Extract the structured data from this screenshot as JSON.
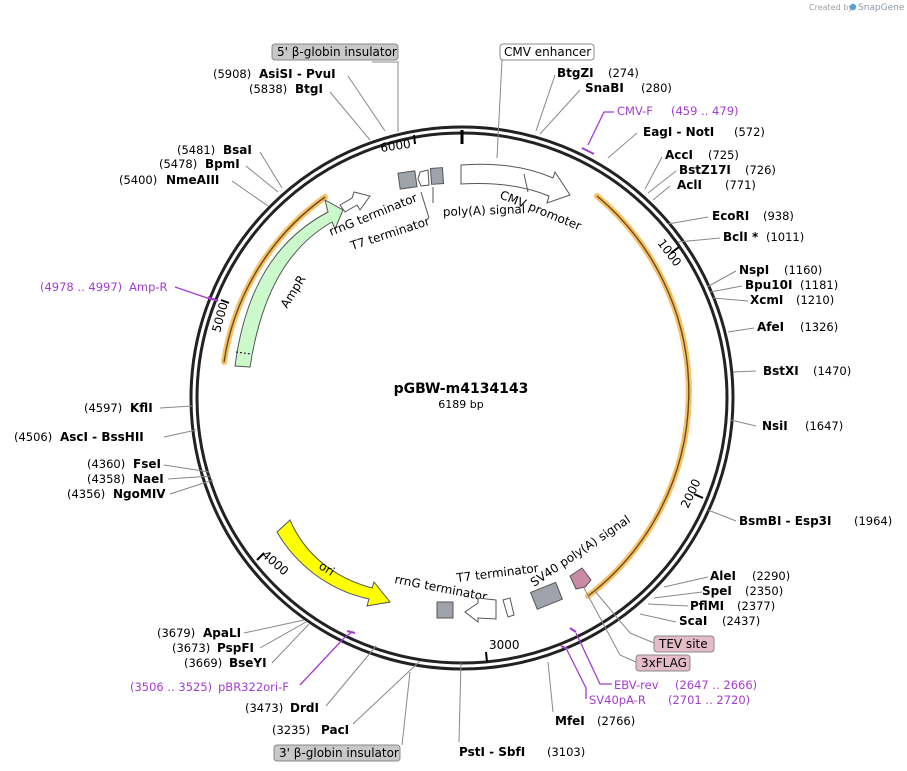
{
  "credit": {
    "prefix": "Created by",
    "brand": "SnapGene"
  },
  "plasmid": {
    "name": "pGBW-m4134143",
    "size_label": "6189 bp"
  },
  "ticks": [
    "1000",
    "2000",
    "3000",
    "4000",
    "5000",
    "6000"
  ],
  "features": {
    "cmv_promoter": "CMV promoter",
    "polyA_signal": "poly(A) signal",
    "t7_term_top": "T7 terminator",
    "rrng_term_top": "rrnG terminator",
    "ampr": "AmpR",
    "ori": "ori",
    "rrng_term_bottom": "rrnG terminator",
    "t7_term_bottom": "T7 terminator",
    "sv40_polyA": "SV40 poly(A) signal"
  },
  "boxed": {
    "globin5": "5' β-globin insulator",
    "cmv_enhancer": "CMV enhancer",
    "tev": "TEV site",
    "flag": "3xFLAG",
    "globin3": "3' β-globin insulator"
  },
  "sites": {
    "btgzi": {
      "name": "BtgZI",
      "pos": "(274)"
    },
    "snabi": {
      "name": "SnaBI",
      "pos": "(280)"
    },
    "eagi": {
      "name": "EagI  -  NotI",
      "pos": "(572)"
    },
    "acci": {
      "name": "AccI",
      "pos": "(725)"
    },
    "bstz17i": {
      "name": "BstZ17I",
      "pos": "(726)"
    },
    "acli": {
      "name": "AclI",
      "pos": "(771)"
    },
    "ecori": {
      "name": "EcoRI",
      "pos": "(938)"
    },
    "bcli": {
      "name": "BclI *",
      "pos": "(1011)"
    },
    "nspi": {
      "name": "NspI",
      "pos": "(1160)"
    },
    "bpu10i": {
      "name": "Bpu10I",
      "pos": "(1181)"
    },
    "xcmi": {
      "name": "XcmI",
      "pos": "(1210)"
    },
    "afei": {
      "name": "AfeI",
      "pos": "(1326)"
    },
    "bstxi": {
      "name": "BstXI",
      "pos": "(1470)"
    },
    "nsii": {
      "name": "NsiI",
      "pos": "(1647)"
    },
    "bsmbi": {
      "name": "BsmBI  -  Esp3I",
      "pos": "(1964)"
    },
    "alei": {
      "name": "AleI",
      "pos": "(2290)"
    },
    "spei": {
      "name": "SpeI",
      "pos": "(2350)"
    },
    "pflmi": {
      "name": "PflMI",
      "pos": "(2377)"
    },
    "scai": {
      "name": "ScaI",
      "pos": "(2437)"
    },
    "mfei": {
      "name": "MfeI",
      "pos": "(2766)"
    },
    "psti": {
      "name": "PstI  -  SbfI",
      "pos": "(3103)"
    },
    "paci": {
      "name": "PacI",
      "pos": "(3235)"
    },
    "drdi": {
      "name": "DrdI",
      "pos": "(3473)"
    },
    "bseyi": {
      "name": "BseYI",
      "pos": "(3669)"
    },
    "pspfi": {
      "name": "PspFI",
      "pos": "(3673)"
    },
    "apali": {
      "name": "ApaLI",
      "pos": "(3679)"
    },
    "ngomiv": {
      "name": "NgoMIV",
      "pos": "(4356)"
    },
    "naei": {
      "name": "NaeI",
      "pos": "(4358)"
    },
    "fsei": {
      "name": "FseI",
      "pos": "(4360)"
    },
    "asci": {
      "name": "AscI  -  BssHII",
      "pos": "(4506)"
    },
    "kfli": {
      "name": "KflI",
      "pos": "(4597)"
    },
    "nmeaiii": {
      "name": "NmeAIII",
      "pos": "(5400)"
    },
    "bpmi": {
      "name": "BpmI",
      "pos": "(5478)"
    },
    "bsai": {
      "name": "BsaI",
      "pos": "(5481)"
    },
    "btgi": {
      "name": "BtgI",
      "pos": "(5838)"
    },
    "asisi": {
      "name": "AsiSI  -  PvuI",
      "pos": "(5908)"
    }
  },
  "primers": {
    "cmvf": {
      "name": "CMV-F",
      "range": "(459 .. 479)"
    },
    "ebvrev": {
      "name": "EBV-rev",
      "range": "(2647 .. 2666)"
    },
    "sv40par": {
      "name": "SV40pA-R",
      "range": "(2701 .. 2720)"
    },
    "pbr322": {
      "name": "pBR322ori-F",
      "range": "(3506 .. 3525)"
    },
    "ampr": {
      "name": "Amp-R",
      "range": "(4978 .. 4997)"
    }
  },
  "colors": {
    "backbone": "#222222",
    "ampr_fill": "#ccf9cc",
    "ori_fill": "#ffff00",
    "highlight": "#f6c064",
    "primer": "#a43ccf",
    "box_gray": "#c8c8c8",
    "box_pink": "#e4bcc8",
    "terminator": "#a0a4aa",
    "feature_line": "#888888"
  }
}
